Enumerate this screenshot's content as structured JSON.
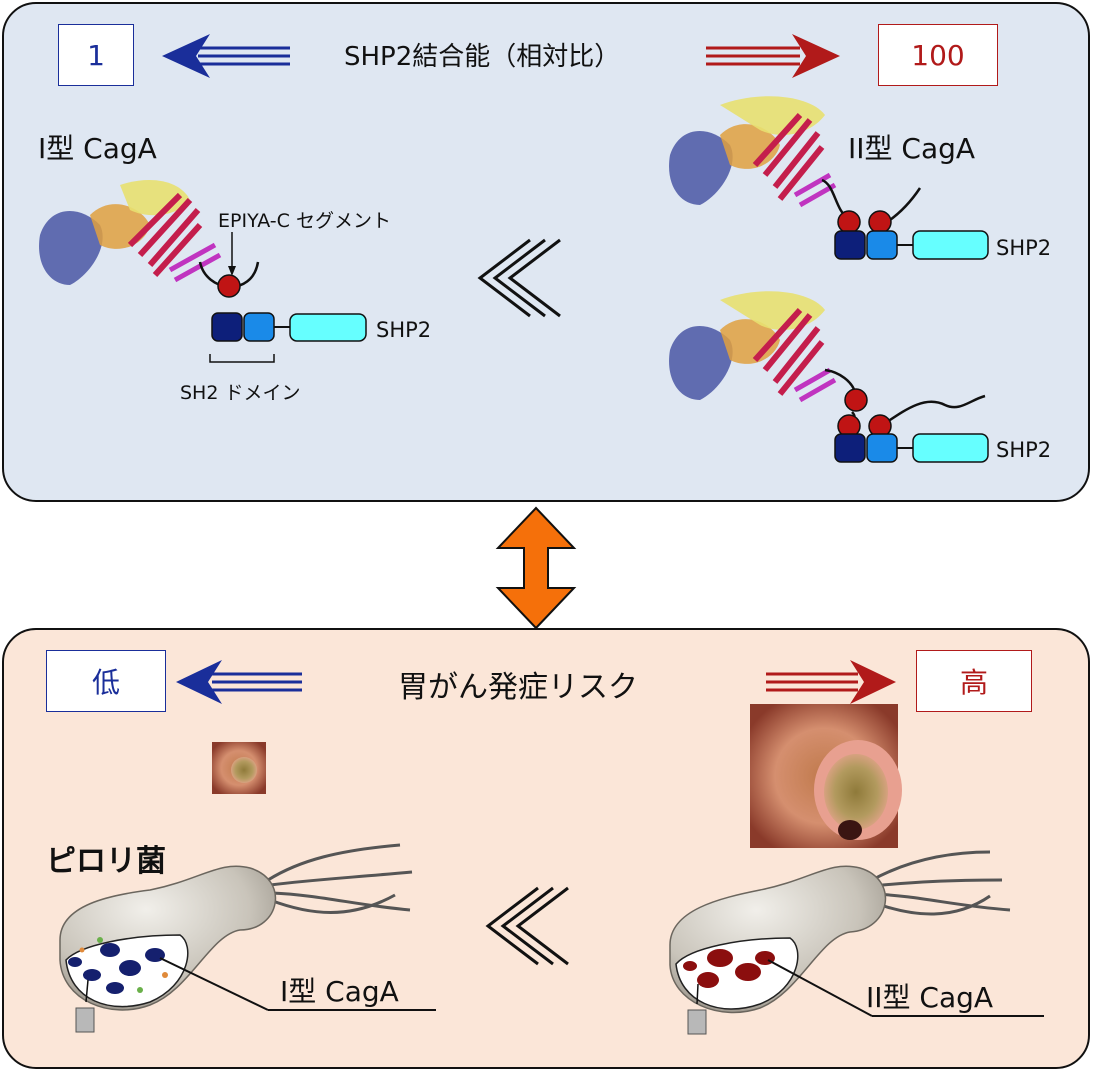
{
  "top": {
    "title": "SHP2結合能（相対比）",
    "low_value": "1",
    "high_value": "100",
    "type1_label": "I型 CagA",
    "type2_label": "II型 CagA",
    "epiya_label": "EPIYA-C セグメント",
    "sh2_label": "SH2 ドメイン",
    "shp2_label": "SHP2"
  },
  "bottom": {
    "title": "胃がん発症リスク",
    "low_value": "低",
    "high_value": "高",
    "pylori_label": "ピロリ菌",
    "type1_label": "I型 CagA",
    "type2_label": "II型 CagA"
  },
  "colors": {
    "blue_arrow": "#1a2e9a",
    "red_arrow": "#b11a1a",
    "orange_arrow": "#f5700a",
    "dark_domain": "#0d1f7a",
    "light_domain": "#1a8ae8",
    "shp2_box": "#66ffff",
    "phospho_circle": "#c01414"
  }
}
